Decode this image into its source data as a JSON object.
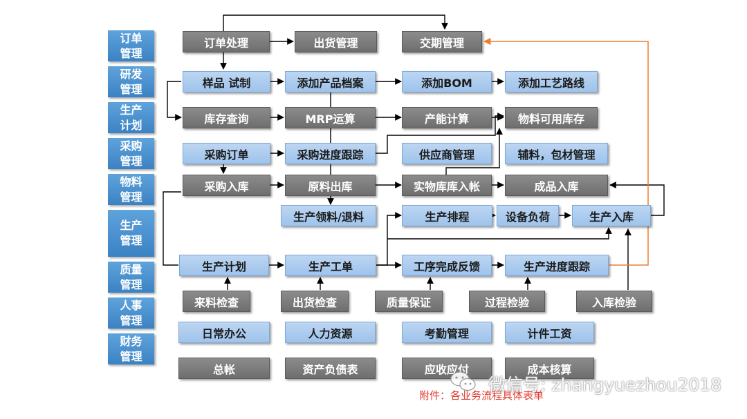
{
  "sidebar": [
    {
      "label": "订单\n管理"
    },
    {
      "label": "研发\n管理"
    },
    {
      "label": "生产\n计划"
    },
    {
      "label": "采购\n管理"
    },
    {
      "label": "物料\n管理"
    },
    {
      "label": "生产\n管理"
    },
    {
      "label": "质量\n管理"
    },
    {
      "label": "人事\n管理"
    },
    {
      "label": "财务\n管理"
    }
  ],
  "nodes": {
    "order_processing": "订单处理",
    "shipping_mgmt": "出货管理",
    "delivery_mgmt": "交期管理",
    "sample_trial": "样品 试制",
    "add_product_file": "添加产品档案",
    "add_bom": "添加BOM",
    "add_process_route": "添加工艺路线",
    "inventory_query": "库存查询",
    "mrp": "MRP运算",
    "capacity_calc": "产能计算",
    "material_available_stock": "物料可用库存",
    "purchase_order": "采购订单",
    "purchase_progress": "采购进度跟踪",
    "supplier_mgmt": "供应商管理",
    "aux_packaging_mgmt": "辅料，包材管理",
    "purchase_inbound": "采购入库",
    "raw_material_outbound": "原料出库",
    "physical_stock_ledger": "实物库库入帐",
    "finished_goods_inbound": "成品入库",
    "prod_material_issue_return": "生产领料/退料",
    "prod_scheduling": "生产排程",
    "equipment_load": "设备负荷",
    "prod_inbound": "生产入库",
    "prod_plan": "生产计划",
    "work_order": "生产工单",
    "process_feedback": "工序完成反馈",
    "prod_progress": "生产进度跟踪",
    "incoming_inspection": "来料检查",
    "outgoing_inspection": "出货检查",
    "quality_assurance": "质量保证",
    "process_inspection": "过程检验",
    "inbound_inspection": "入库检验",
    "daily_office": "日常办公",
    "hr": "人力资源",
    "attendance": "考勤管理",
    "piecework_wage": "计件工资",
    "general_ledger": "总帐",
    "balance_sheet": "资产负债表",
    "receivable_payable": "应收应付",
    "cost_accounting": "成本核算"
  },
  "watermark": "微信号: zhangyuezhou2018",
  "footnote": "附件：各业务流程具体表单",
  "colors": {
    "sidebar": "#4a90d2",
    "gray_node": "#7f7f7f",
    "blue_node": "#b4cff0",
    "arrow": "#000000",
    "feedback_arrow": "#ed7d31",
    "footnote": "#e03a2f"
  }
}
